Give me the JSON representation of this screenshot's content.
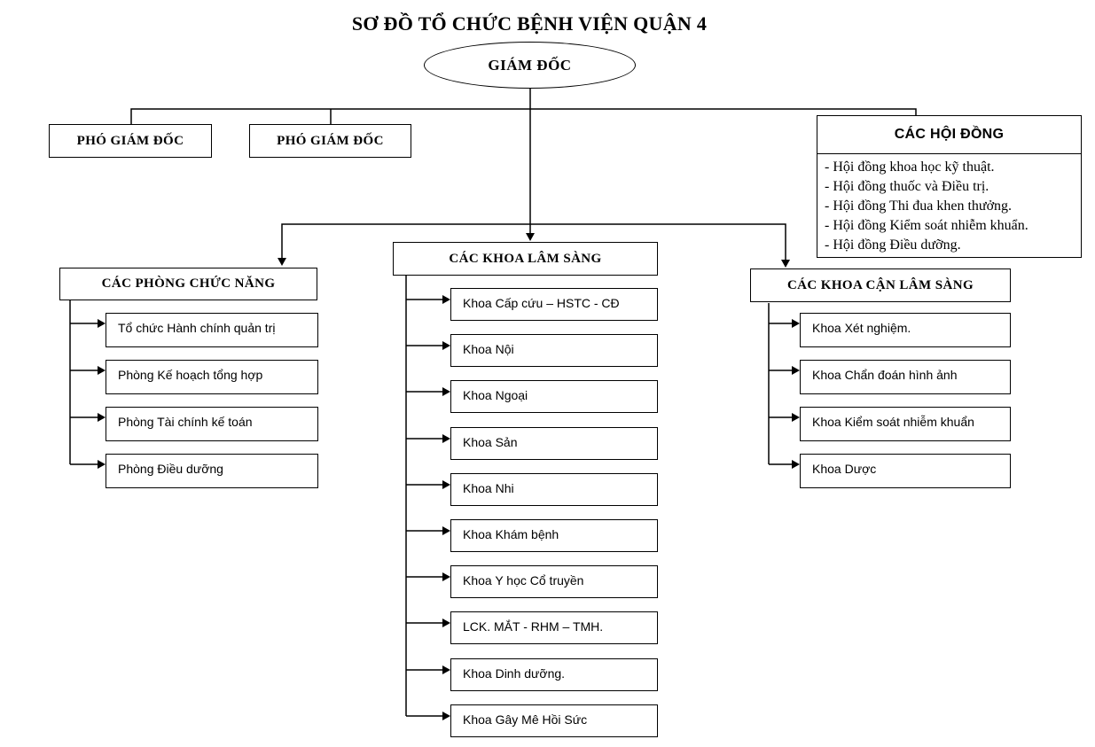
{
  "title": "SƠ ĐỒ TỔ CHỨC BỆNH VIỆN QUẬN 4",
  "director": {
    "label": "GIÁM ĐỐC"
  },
  "deputies": [
    {
      "label": "PHÓ GIÁM ĐỐC"
    },
    {
      "label": "PHÓ GIÁM ĐỐC"
    }
  ],
  "councils": {
    "title": "CÁC HỘI ĐỒNG",
    "items": [
      "- Hội đồng khoa học kỹ thuật.",
      "- Hội đồng thuốc và Điều trị.",
      "- Hội đồng Thi đua khen thưởng.",
      "- Hội đồng Kiểm soát nhiễm khuẩn.",
      "- Hội đồng Điều dưỡng."
    ]
  },
  "functional": {
    "title": "CÁC PHÒNG CHỨC NĂNG",
    "items": [
      "Tổ chức Hành chính quản trị",
      "Phòng Kế hoạch tổng hợp",
      "Phòng Tài chính kế toán",
      "Phòng Điều dưỡng"
    ]
  },
  "clinical": {
    "title": "CÁC KHOA LÂM SÀNG",
    "items": [
      "Khoa Cấp cứu – HSTC - CĐ",
      "Khoa Nội",
      "Khoa Ngoại",
      "Khoa Sản",
      "Khoa Nhi",
      "Khoa Khám bệnh",
      "Khoa Y học Cổ truyền",
      "LCK. MẮT - RHM – TMH.",
      "Khoa Dinh dưỡng.",
      "Khoa Gây Mê Hồi Sức"
    ]
  },
  "paraclinical": {
    "title": "CÁC KHOA CẬN LÂM SÀNG",
    "items": [
      "Khoa Xét nghiệm.",
      "Khoa Chẩn đoán hình ảnh",
      "Khoa Kiểm soát nhiễm khuẩn",
      "Khoa Dược"
    ]
  },
  "colors": {
    "line": "#000000",
    "text": "#000000",
    "background": "#ffffff"
  }
}
